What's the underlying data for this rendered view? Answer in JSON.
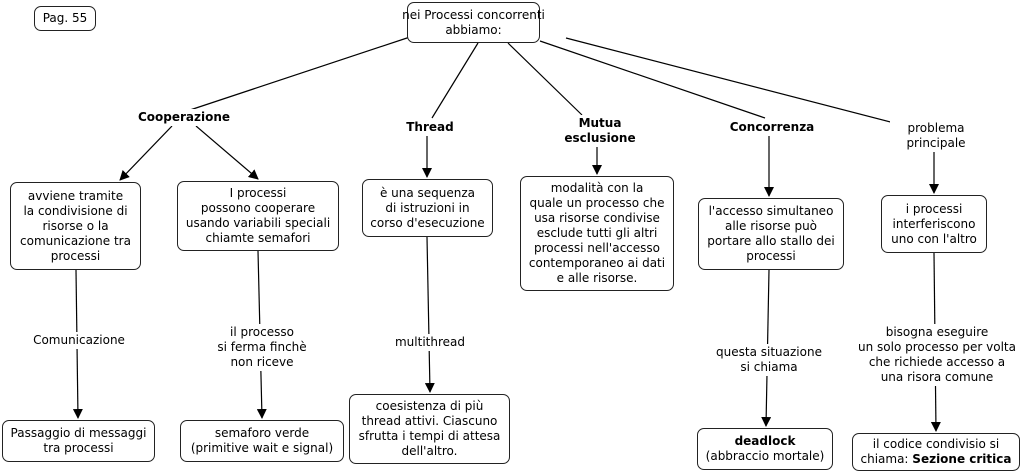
{
  "page_label": "Pag. 55",
  "root": [
    "nei Processi concorrenti",
    "abbiamo:"
  ],
  "categories": {
    "cooperazione": "Cooperazione",
    "thread": "Thread",
    "mutua": [
      "Mutua",
      "esclusione"
    ],
    "concorrenza": "Concorrenza",
    "problema": [
      "problema",
      "principale"
    ]
  },
  "boxes": {
    "avviene": [
      "avviene tramite",
      "la condivisione di",
      "risorse o la",
      "comunicazione tra",
      "processi"
    ],
    "cooperare": [
      "I processi",
      "possono cooperare",
      "usando variabili speciali",
      "chiamte semafori"
    ],
    "sequenza": [
      "è una sequenza",
      "di istruzioni in",
      "corso d'esecuzione"
    ],
    "modalita": [
      "modalità con la",
      "quale un processo che",
      "usa risorse condivise",
      "esclude tutti gli altri",
      "processi nell'accesso",
      "contemporaneo ai dati",
      "e alle risorse."
    ],
    "accesso": [
      "l'accesso simultaneo",
      "alle risorse può",
      "portare allo stallo dei",
      "processi"
    ],
    "interferiscono": [
      "i processi",
      "interferiscono",
      "uno con l'altro"
    ],
    "messaggi": [
      "Passaggio di messaggi",
      "tra processi"
    ],
    "semaforo": [
      "semaforo verde",
      "(primitive wait e signal)"
    ],
    "coesistenza": [
      "coesistenza di più",
      "thread attivi. Ciascuno",
      "sfrutta i tempi di attesa",
      "dell'altro."
    ],
    "deadlock": {
      "bold": "deadlock",
      "rest": "(abbraccio mortale)"
    },
    "sezione": {
      "line1": "il codice condivisio si",
      "line2_plain": "chiama: ",
      "line2_bold": "Sezione critica"
    }
  },
  "link_labels": {
    "comunicazione": "Comunicazione",
    "ferma": [
      "il processo",
      "si ferma finchè",
      "non riceve"
    ],
    "multithread": "multithread",
    "situazione": [
      "questa situazione",
      "si chiama"
    ],
    "bisogna": [
      "bisogna eseguire",
      "un solo processo per volta",
      "che richiede accesso a",
      "una risora comune"
    ]
  }
}
